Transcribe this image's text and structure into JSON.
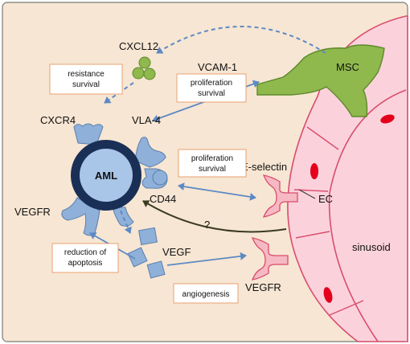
{
  "colors": {
    "background": "#f7e6d3",
    "border": "#7a7a7a",
    "sinusoid_fill": "#fbd2dc",
    "sinusoid_stroke": "#d94d6c",
    "cell_nucleus": "#e4001b",
    "msc_fill": "#8fb84d",
    "msc_stroke": "#5e8a2c",
    "aml_ring": "#1a2f55",
    "aml_core": "#a9c5e8",
    "receptor_fill": "#8fb0d8",
    "arrow_blue": "#5c8ac4",
    "arrow_dark": "#3a3a22",
    "box_border": "#e8a070"
  },
  "labels": {
    "cxcl12": "CXCL12",
    "vcam1": "VCAM-1",
    "msc": "MSC",
    "cxcr4": "CXCR4",
    "vla4": "VLA-4",
    "aml": "AML",
    "e_selectin": "E-selectin",
    "cd44": "CD44",
    "ec": "EC",
    "vegfr_left": "VEGFR",
    "question": "?",
    "vegf": "VEGF",
    "sinusoid": "sinusoid",
    "vegfr_right": "VEGFR"
  },
  "boxes": {
    "resistance": [
      "resistance",
      "survival"
    ],
    "proliferation_top": [
      "proliferation",
      "survival"
    ],
    "proliferation_mid": [
      "proliferation",
      "survival"
    ],
    "apoptosis": [
      "reduction of",
      "apoptosis"
    ],
    "angiogenesis": [
      "angiogenesis"
    ]
  }
}
